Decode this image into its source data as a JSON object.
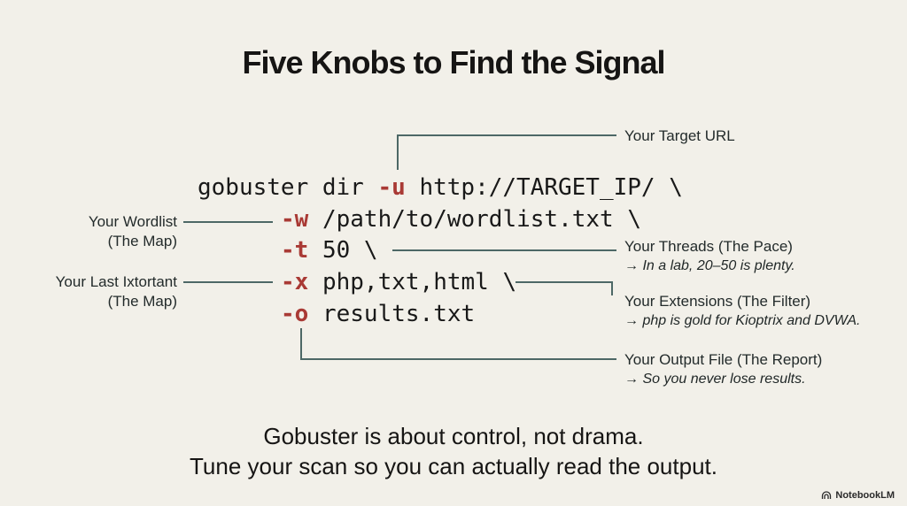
{
  "title": "Five Knobs to Find the Signal",
  "command": {
    "lines": [
      {
        "pre": "gobuster dir ",
        "flag": "-u",
        "post": " http://TARGET_IP/ \\"
      },
      {
        "pre": "",
        "flag": "-w",
        "post": " /path/to/wordlist.txt \\"
      },
      {
        "pre": "",
        "flag": "-t",
        "post": " 50 \\"
      },
      {
        "pre": "",
        "flag": "-x",
        "post": " php,txt,html \\"
      },
      {
        "pre": "",
        "flag": "-o",
        "post": " results.txt"
      }
    ]
  },
  "annotations": {
    "target": {
      "label": "Your Target URL"
    },
    "wordlist": {
      "label": "Your Wordlist",
      "sub": "(The Map)"
    },
    "threads": {
      "label": "Your Threads (The Pace)",
      "note": "→ In a lab, 20–50 is plenty."
    },
    "extensions_left": {
      "label": "Your Last Ixtortant",
      "sub": "(The Map)"
    },
    "extensions": {
      "label": "Your Extensions (The Filter)",
      "note": "→ php is gold for Kioptrix and DVWA."
    },
    "output": {
      "label": "Your Output File (The Report)",
      "note": "→ So you never lose results."
    }
  },
  "footer": {
    "line1": "Gobuster is about control, not drama.",
    "line2": "Tune your scan so you can actually read the output."
  },
  "watermark": {
    "label": "NotebookLM"
  },
  "colors": {
    "background": "#f2f0e9",
    "command_text": "#191919",
    "flag_red": "#a93a35",
    "connector_teal": "#4d6866",
    "label_dark": "#232b2b"
  }
}
